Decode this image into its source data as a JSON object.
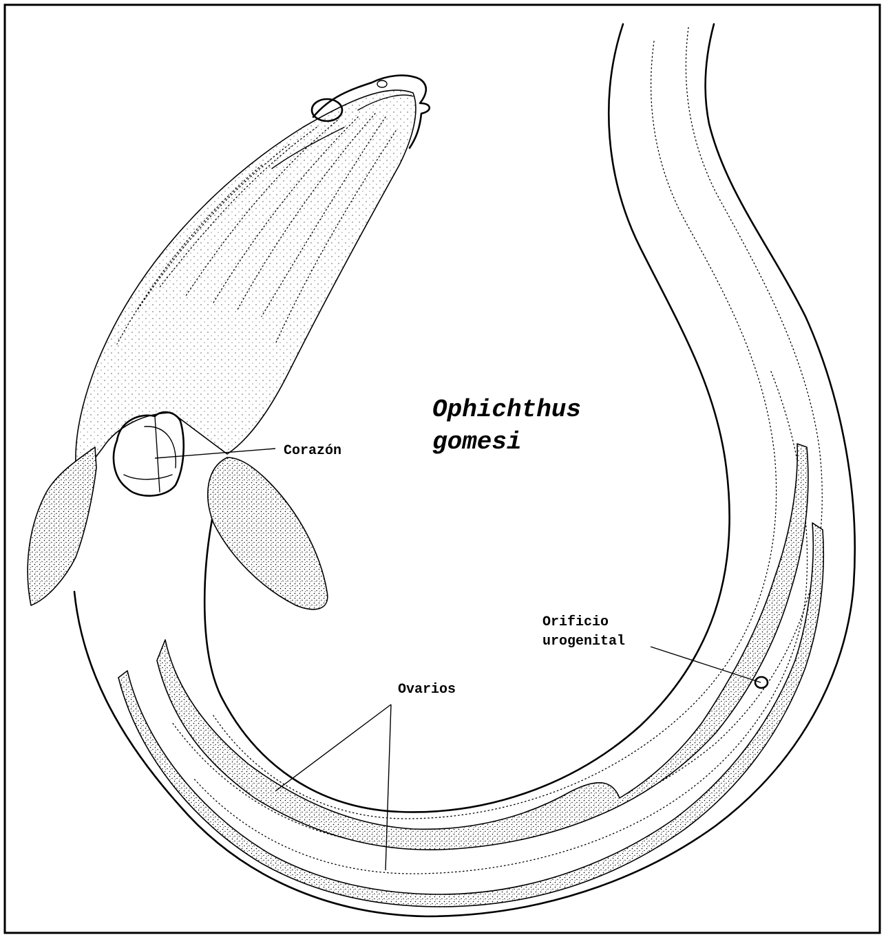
{
  "title": {
    "line1": "Ophichthus",
    "line2": "gomesi"
  },
  "labels": {
    "heart": "Corazón",
    "ovaries": "Ovarios",
    "urogenital_line1": "Orificio",
    "urogenital_line2": "urogenital"
  }
}
